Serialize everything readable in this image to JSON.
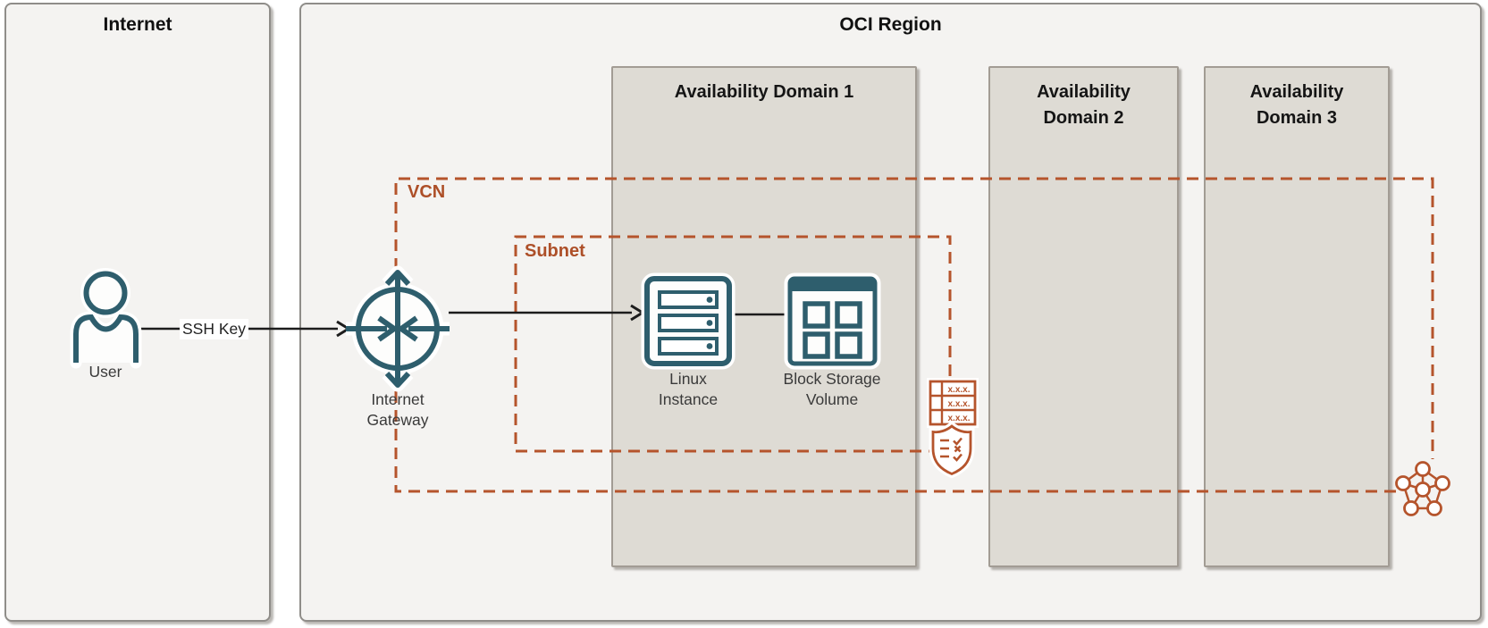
{
  "diagram": {
    "internet_panel": {
      "title": "Internet"
    },
    "region_panel": {
      "title": "OCI Region"
    },
    "availability_domains": [
      {
        "label": "Availability Domain 1"
      },
      {
        "label": "Availability Domain 2"
      },
      {
        "label": "Availability Domain 3"
      }
    ],
    "vcn": {
      "label": "VCN"
    },
    "subnet": {
      "label": "Subnet"
    },
    "nodes": {
      "user": {
        "label": "User"
      },
      "internet_gateway": {
        "label": "Internet Gateway"
      },
      "linux_instance": {
        "label": "Linux Instance"
      },
      "block_storage_volume": {
        "label": "Block Storage Volume"
      }
    },
    "connections": {
      "ssh_key": {
        "label": "SSH Key"
      }
    },
    "icons": {
      "route_table": {
        "rows": [
          "x.x.x.",
          "x.x.x.",
          "x.x.x."
        ]
      }
    },
    "colors": {
      "teal": "#2e5e6d",
      "orange": "#b5542c",
      "orange_text": "#ad4f28",
      "panel_bg": "#f4f3f1",
      "ad_bg": "#dedbd4",
      "arrow": "#1c1c1c"
    }
  }
}
